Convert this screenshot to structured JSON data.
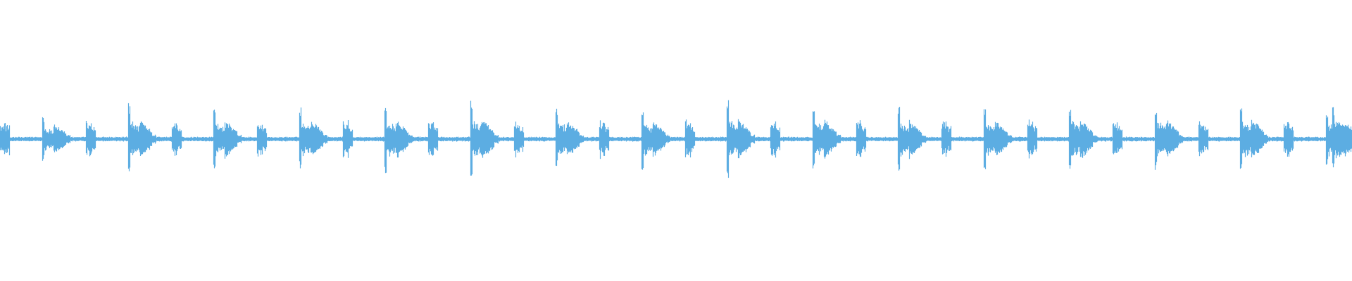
{
  "waveform": {
    "color": "#5dade2",
    "background": "#ffffff",
    "beats": [
      {
        "main": 0.0,
        "small": false,
        "mainAmp": 0.32
      },
      {
        "main": 0.95,
        "small": false,
        "mainAmp": 0.5
      },
      {
        "main": 1.0,
        "small": false,
        "mainAmp": 0.44
      },
      {
        "main": 0.97,
        "small": false,
        "mainAmp": 0.46
      },
      {
        "main": 1.0,
        "small": false,
        "mainAmp": 0.48
      },
      {
        "main": 1.0,
        "small": false,
        "mainAmp": 0.52
      },
      {
        "main": 1.0,
        "small": false,
        "mainAmp": 0.46
      },
      {
        "main": 1.0,
        "small": false,
        "mainAmp": 0.44
      },
      {
        "main": 1.0,
        "small": false,
        "mainAmp": 0.5
      },
      {
        "main": 1.0,
        "small": false,
        "mainAmp": 0.47
      },
      {
        "main": 1.0,
        "small": false,
        "mainAmp": 0.46
      },
      {
        "main": 1.0,
        "small": false,
        "mainAmp": 0.45
      },
      {
        "main": 1.0,
        "small": false,
        "mainAmp": 0.5
      },
      {
        "main": 1.0,
        "small": false,
        "mainAmp": 0.47
      },
      {
        "main": 1.0,
        "small": false,
        "mainAmp": 0.51
      },
      {
        "main": 1.0,
        "small": false,
        "mainAmp": 0.44
      },
      {
        "main": 1.0,
        "small": false,
        "mainAmp": 0.46
      }
    ]
  }
}
